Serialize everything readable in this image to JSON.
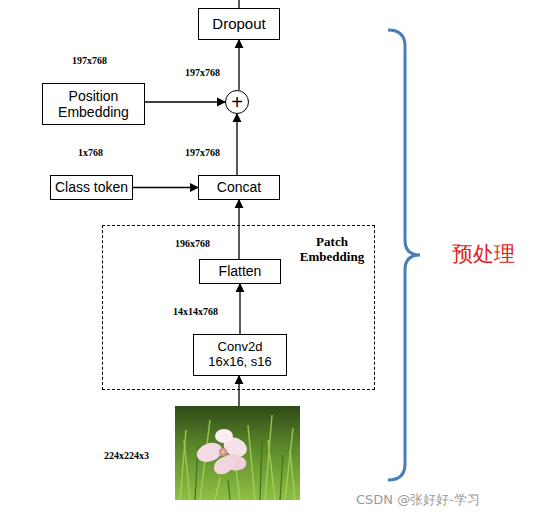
{
  "diagram": {
    "nodes": [
      {
        "text": [
          "Dropout"
        ]
      },
      {
        "text": [
          "Position Embedding"
        ]
      },
      {
        "text": [
          "+"
        ]
      },
      {
        "text": [
          "Class token"
        ]
      },
      {
        "text": [
          "Concat"
        ]
      },
      {
        "text": [
          "Patch Embedding"
        ]
      },
      {
        "text": [
          "Flatten"
        ],
        "in": 5
      },
      {
        "text": [
          "Conv2d",
          "16x16, s16"
        ],
        "in": 5
      }
    ],
    "edges": [
      {
        "from": 7,
        "to": 6,
        "arrow": "to"
      },
      {
        "from": 6,
        "to": 4,
        "arrow": "to"
      },
      {
        "from": 3,
        "to": 4,
        "arrow": "to"
      },
      {
        "from": 4,
        "to": 2,
        "arrow": "to"
      },
      {
        "from": 1,
        "to": 2,
        "arrow": "to"
      },
      {
        "from": 2,
        "to": 0,
        "arrow": "to"
      }
    ],
    "labels": [
      "197x768",
      "197x768",
      "1x768",
      "197x768",
      "196x768",
      "14x14x768",
      "224x224x3",
      "预处理",
      "CSDN @张好好-学习"
    ]
  }
}
